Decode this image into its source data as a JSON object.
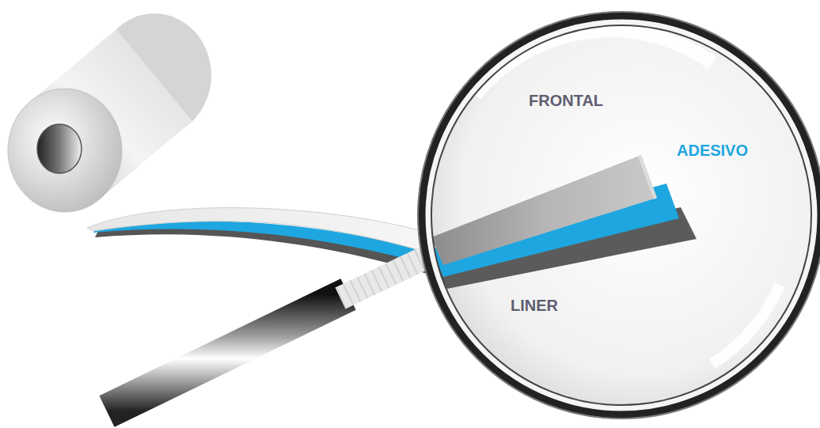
{
  "diagram": {
    "labels": [
      "FRONTAL",
      "ADESIVO",
      "LINER"
    ]
  }
}
